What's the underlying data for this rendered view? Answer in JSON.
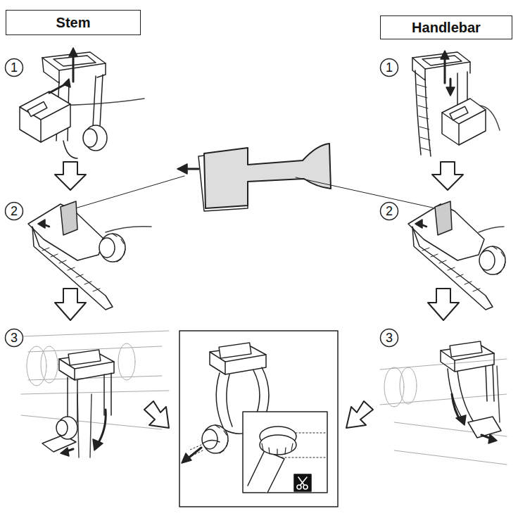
{
  "diagram": {
    "nodes": [
      {
        "text": [
          "Stem"
        ]
      },
      {
        "text": [
          "Handlebar"
        ]
      },
      {
        "text": [
          "1"
        ]
      },
      {
        "text": [
          "1"
        ]
      },
      {
        "text": [
          "2"
        ]
      },
      {
        "text": [
          "2"
        ]
      },
      {
        "text": [
          "3"
        ]
      },
      {
        "text": [
          "3"
        ]
      }
    ]
  }
}
